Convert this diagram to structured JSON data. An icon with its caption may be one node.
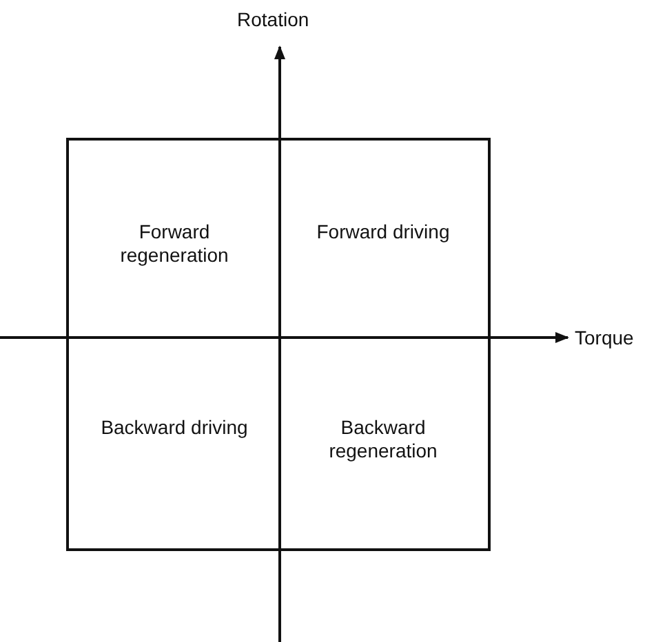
{
  "diagram": {
    "nodes": [
      {
        "text": [
          "Forward regeneration"
        ]
      },
      {
        "text": [
          "Forward driving"
        ]
      },
      {
        "text": [
          "Backward driving"
        ]
      },
      {
        "text": [
          "Backward regeneration"
        ]
      }
    ],
    "labels": [
      "Rotation",
      "Torque"
    ]
  }
}
